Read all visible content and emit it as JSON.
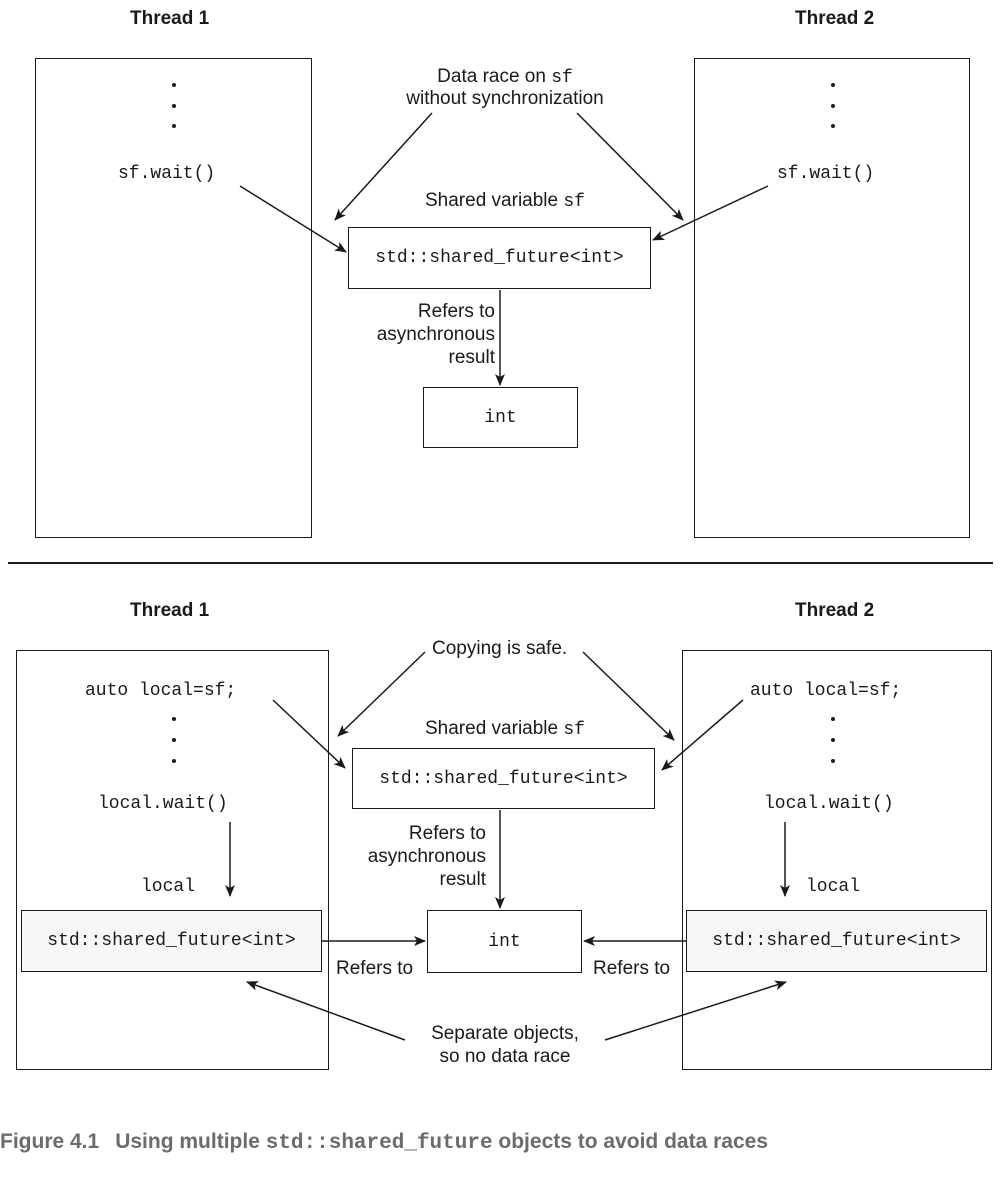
{
  "top": {
    "thread1_title": "Thread 1",
    "thread2_title": "Thread 2",
    "race_label_prefix": "Data race on ",
    "race_label_var": "sf",
    "race_label_line2": "without synchronization",
    "thread1_call": "sf.wait()",
    "thread2_call": "sf.wait()",
    "shared_label_prefix": "Shared variable ",
    "shared_label_var": "sf",
    "shared_type": "std::shared_future<int>",
    "refers_line1": "Refers to",
    "refers_line2": "asynchronous",
    "refers_line3": "result",
    "result_type": "int"
  },
  "bottom": {
    "thread1_title": "Thread 1",
    "thread2_title": "Thread 2",
    "copy_label": "Copying is safe.",
    "thread1_copy": "auto local=sf;",
    "thread2_copy": "auto local=sf;",
    "shared_label_prefix": "Shared variable ",
    "shared_label_var": "sf",
    "shared_type": "std::shared_future<int>",
    "thread1_call": "local.wait()",
    "thread2_call": "local.wait()",
    "refers_line1": "Refers to",
    "refers_line2": "asynchronous",
    "refers_line3": "result",
    "thread1_local_label": "local",
    "thread2_local_label": "local",
    "thread1_local_type": "std::shared_future<int>",
    "thread2_local_type": "std::shared_future<int>",
    "result_type": "int",
    "left_refers": "Refers to",
    "right_refers": "Refers to",
    "separate_line1": "Separate objects,",
    "separate_line2": "so no data race"
  },
  "caption": {
    "figure_number": "Figure 4.1",
    "text_prefix": "Using multiple ",
    "text_code": "std::shared_future",
    "text_suffix": " objects to avoid data races"
  }
}
